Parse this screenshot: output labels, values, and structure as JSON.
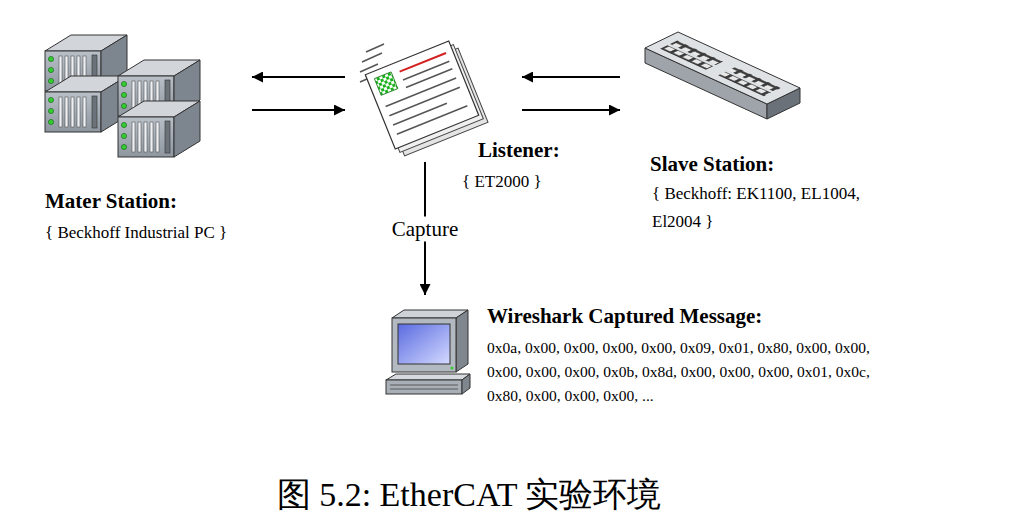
{
  "diagram": {
    "caption": "图 5.2: EtherCAT 实验环境",
    "nodes": [
      {
        "text": [
          "Mater Station:",
          "{ Beckhoff Industrial PC }"
        ]
      },
      {
        "text": [
          "Listener:",
          "{ ET2000 }"
        ]
      },
      {
        "text": [
          "Slave Station:",
          "{ Beckhoff: EK1100, EL1004, El2004 }"
        ]
      },
      {
        "text": [
          "Wireshark Captured Message:",
          "0x0a, 0x00, 0x00, 0x00, 0x00, 0x09, 0x01, 0x80, 0x00, 0x00, 0x00, 0x00, 0x00, 0x0b, 0x8d, 0x00, 0x00, 0x00, 0x01, 0x0c, 0x80, 0x00, 0x00, 0x00, ..."
        ]
      }
    ],
    "edges": [
      {
        "from": 1,
        "to": 0,
        "arrow": "to"
      },
      {
        "from": 0,
        "to": 1,
        "arrow": "to"
      },
      {
        "from": 2,
        "to": 1,
        "arrow": "to"
      },
      {
        "from": 1,
        "to": 2,
        "arrow": "to"
      },
      {
        "from": 1,
        "to": 3,
        "label": "Capture",
        "arrow": "to"
      }
    ]
  }
}
